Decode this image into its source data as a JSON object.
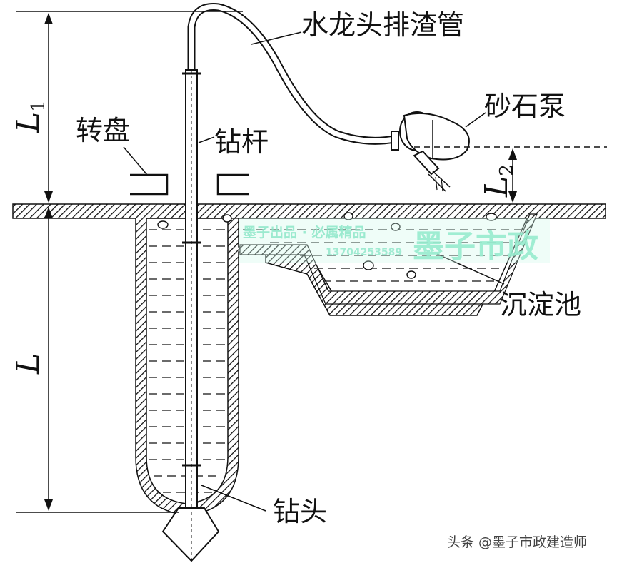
{
  "labels": {
    "swivel_hose": "水龙头排渣管",
    "sand_pump": "砂石泵",
    "turntable": "转盘",
    "drill_rod": "钻杆",
    "settling_tank": "沉淀池",
    "drill_bit": "钻头"
  },
  "dimensions": {
    "l1_main": "L",
    "l1_sub": "1",
    "l2_main": "L",
    "l2_sub": "2",
    "l_main": "L"
  },
  "watermark": {
    "line1": "墨子出品 · 必属精品",
    "phone": "13704253589",
    "brand": "墨子市政"
  },
  "credit": "头条 @墨子市政建造师",
  "colors": {
    "ink": "#111111",
    "watermark": "#8ee6c8"
  }
}
